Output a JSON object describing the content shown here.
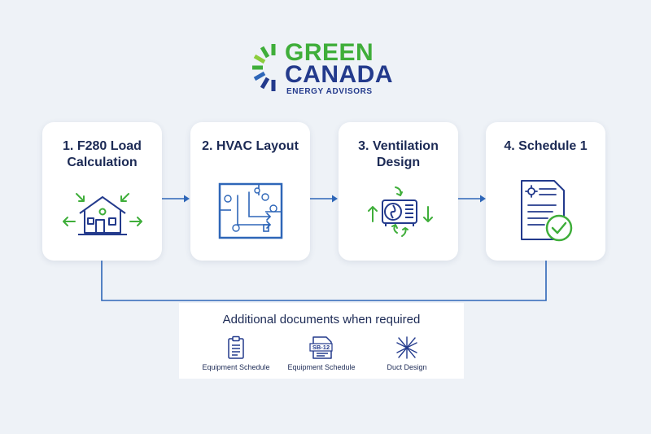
{
  "logo": {
    "line1": "GREEN",
    "line2": "CANADA",
    "line3": "ENERGY ADVISORS"
  },
  "steps": [
    {
      "label": "1. F280 Load Calculation",
      "icon": "house-arrows-icon"
    },
    {
      "label": "2. HVAC Layout",
      "icon": "floor-plan-icon"
    },
    {
      "label": "3. Ventilation Design",
      "icon": "ventilation-unit-icon"
    },
    {
      "label": "4. Schedule 1",
      "icon": "checked-document-icon"
    }
  ],
  "additional": {
    "heading": "Additional documents when required",
    "items": [
      {
        "label": "Equipment Schedule",
        "icon": "clipboard-icon"
      },
      {
        "label": "Equipment Schedule",
        "icon": "sb12-document-icon",
        "badge": "SB-12"
      },
      {
        "label": "Duct Design",
        "icon": "snowflake-icon"
      }
    ]
  },
  "colors": {
    "green": "#3fae3a",
    "navy": "#233a8c",
    "blue": "#2e66b8",
    "background": "#eef2f7"
  }
}
